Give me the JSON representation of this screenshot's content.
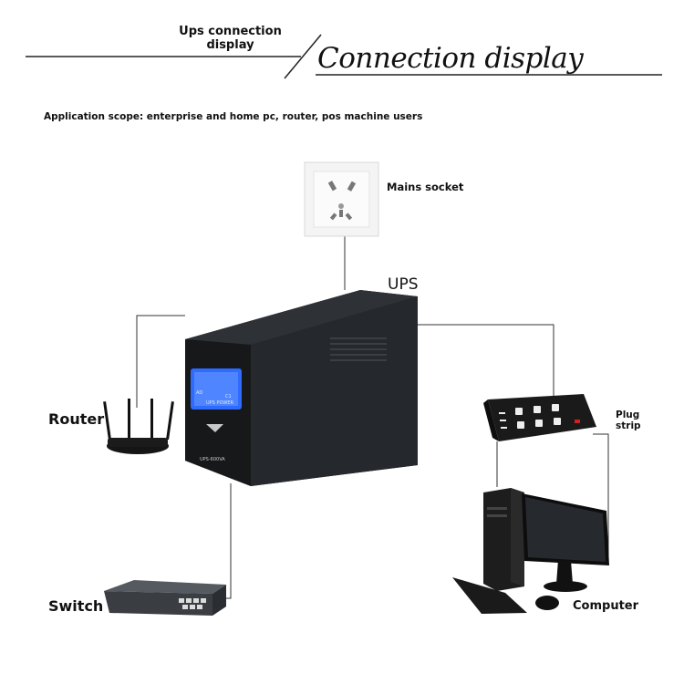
{
  "header": {
    "small_title": "Ups connection display",
    "big_title": "Connection display"
  },
  "scope_text": "Application scope: enterprise and home pc, router, pos machine users",
  "labels": {
    "mains_socket": "Mains socket",
    "ups": "UPS",
    "router": "Router",
    "switch": "Switch",
    "plug_strip_line1": "Plug",
    "plug_strip_line2": "strip",
    "computer": "Computer"
  },
  "ups_device": {
    "screen_left": "AD",
    "screen_right": "C1",
    "screen_caption": "UPS POWER",
    "model": "UPS-600VA"
  },
  "colors": {
    "line": "#333333",
    "ups_body": "#1f2225",
    "ups_screen": "#2f6bff",
    "device_dark": "#151515"
  }
}
